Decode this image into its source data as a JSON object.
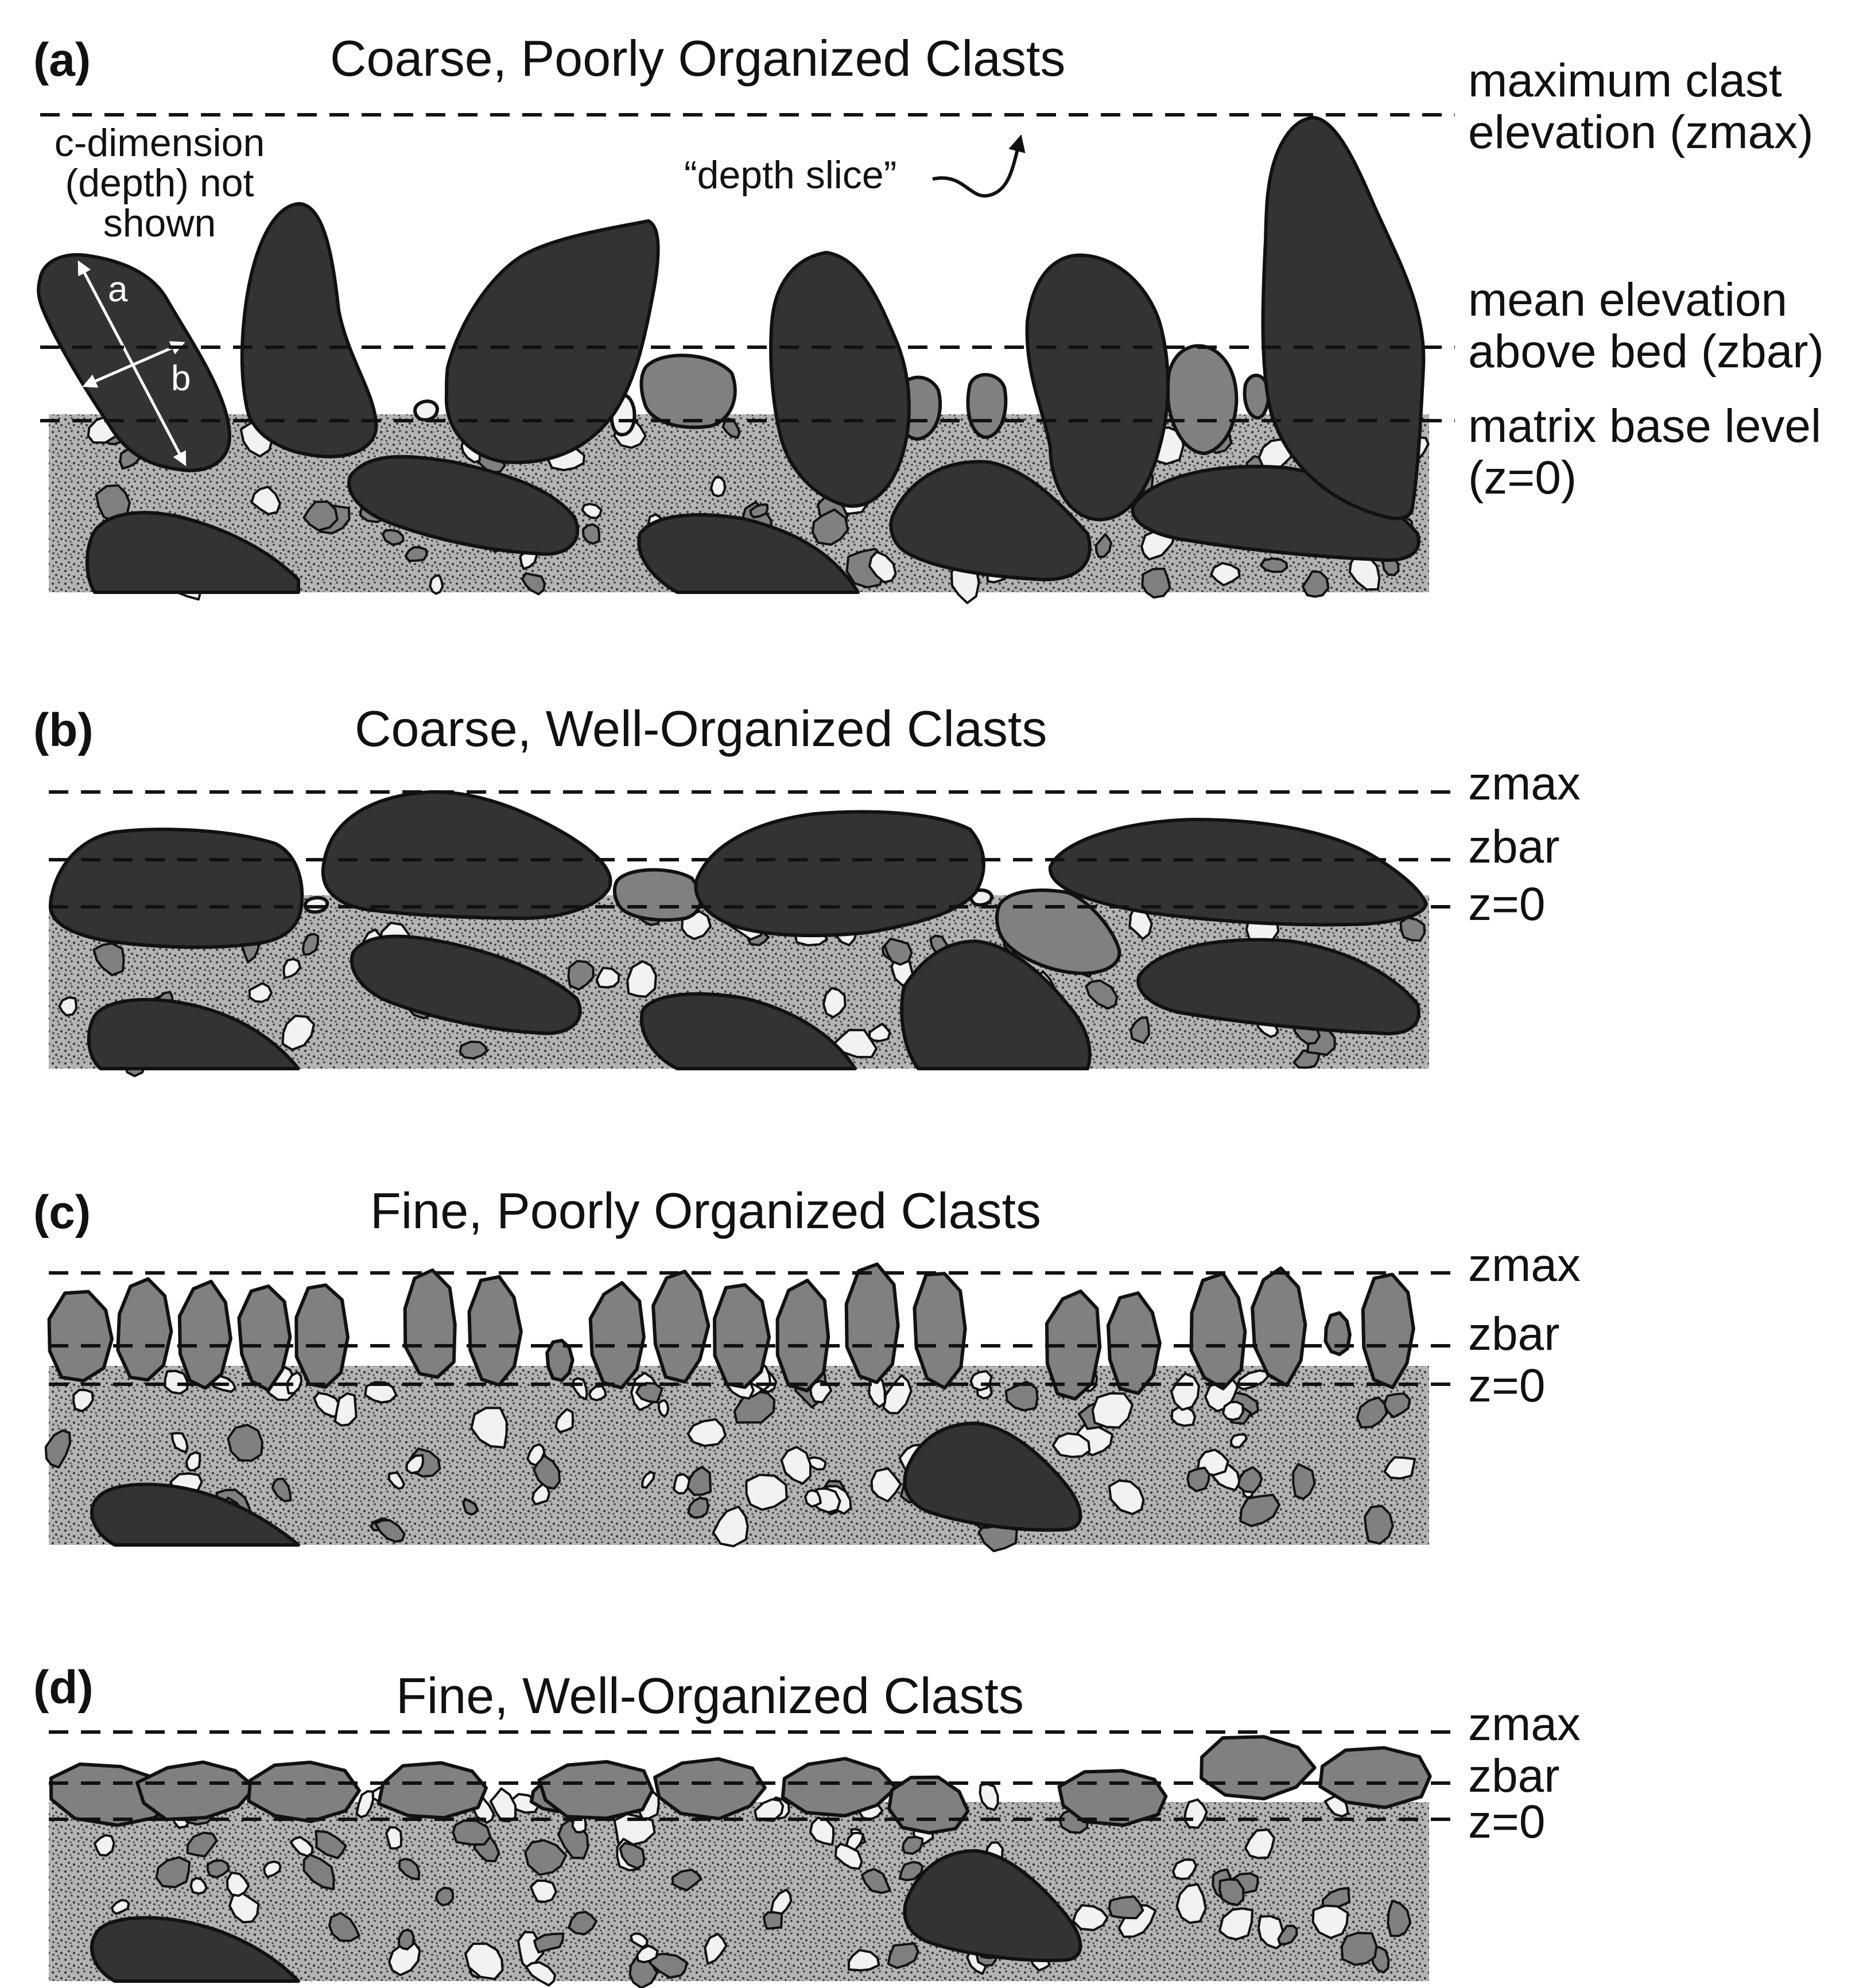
{
  "colors": {
    "matrix": "#b3b3b3",
    "matrix_dots": "#3c3c3c",
    "dark_clast": "#333333",
    "mid_clast": "#808080",
    "light_clast": "#f2f2f2",
    "outline": "#111111"
  },
  "panels": [
    {
      "letter": "(a)",
      "title": "Coarse, Poorly Organized Clasts",
      "zmax_label": [
        "maximum clast",
        "elevation (zmax)"
      ],
      "zbar_label": [
        "mean elevation",
        "above bed (zbar)"
      ],
      "z0_label": [
        "matrix base level",
        "(z=0)"
      ],
      "notes": {
        "c_dimension": [
          "c-dimension",
          "(depth) not",
          "shown"
        ],
        "depth_slice": "“depth slice”",
        "axis_a": "a",
        "axis_b": "b"
      }
    },
    {
      "letter": "(b)",
      "title": "Coarse, Well-Organized Clasts",
      "zmax_label": [
        "zmax"
      ],
      "zbar_label": [
        "zbar"
      ],
      "z0_label": [
        "z=0"
      ]
    },
    {
      "letter": "(c)",
      "title": "Fine, Poorly Organized Clasts",
      "zmax_label": [
        "zmax"
      ],
      "zbar_label": [
        "zbar"
      ],
      "z0_label": [
        "z=0"
      ]
    },
    {
      "letter": "(d)",
      "title": "Fine, Well-Organized Clasts",
      "zmax_label": [
        "zmax"
      ],
      "zbar_label": [
        "zbar"
      ],
      "z0_label": [
        "z=0"
      ]
    }
  ]
}
